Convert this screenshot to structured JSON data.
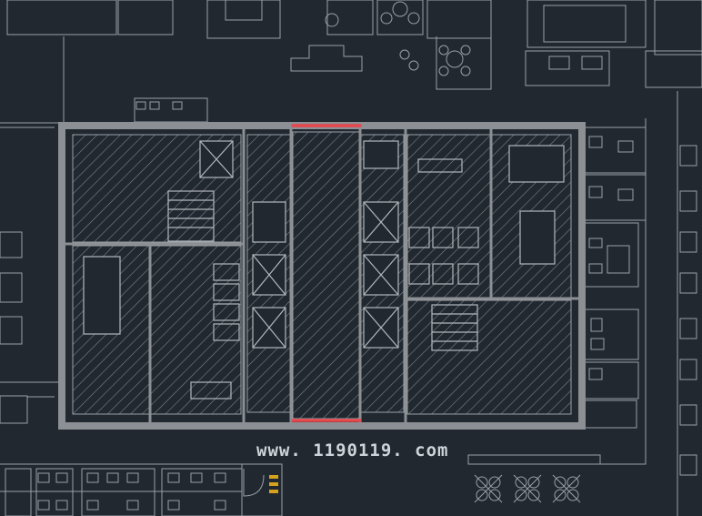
{
  "drawing": {
    "type": "cad-floor-plan",
    "background_color": "#212830",
    "wall_color": "#8c8f93",
    "line_color": "#9aa0a6",
    "hatch_color": "#7d8288",
    "highlight_color": "#e8474c",
    "highlighted_elements": [
      "top-opening",
      "bottom-opening"
    ]
  },
  "watermark": {
    "text": "www. 1190119. com"
  }
}
